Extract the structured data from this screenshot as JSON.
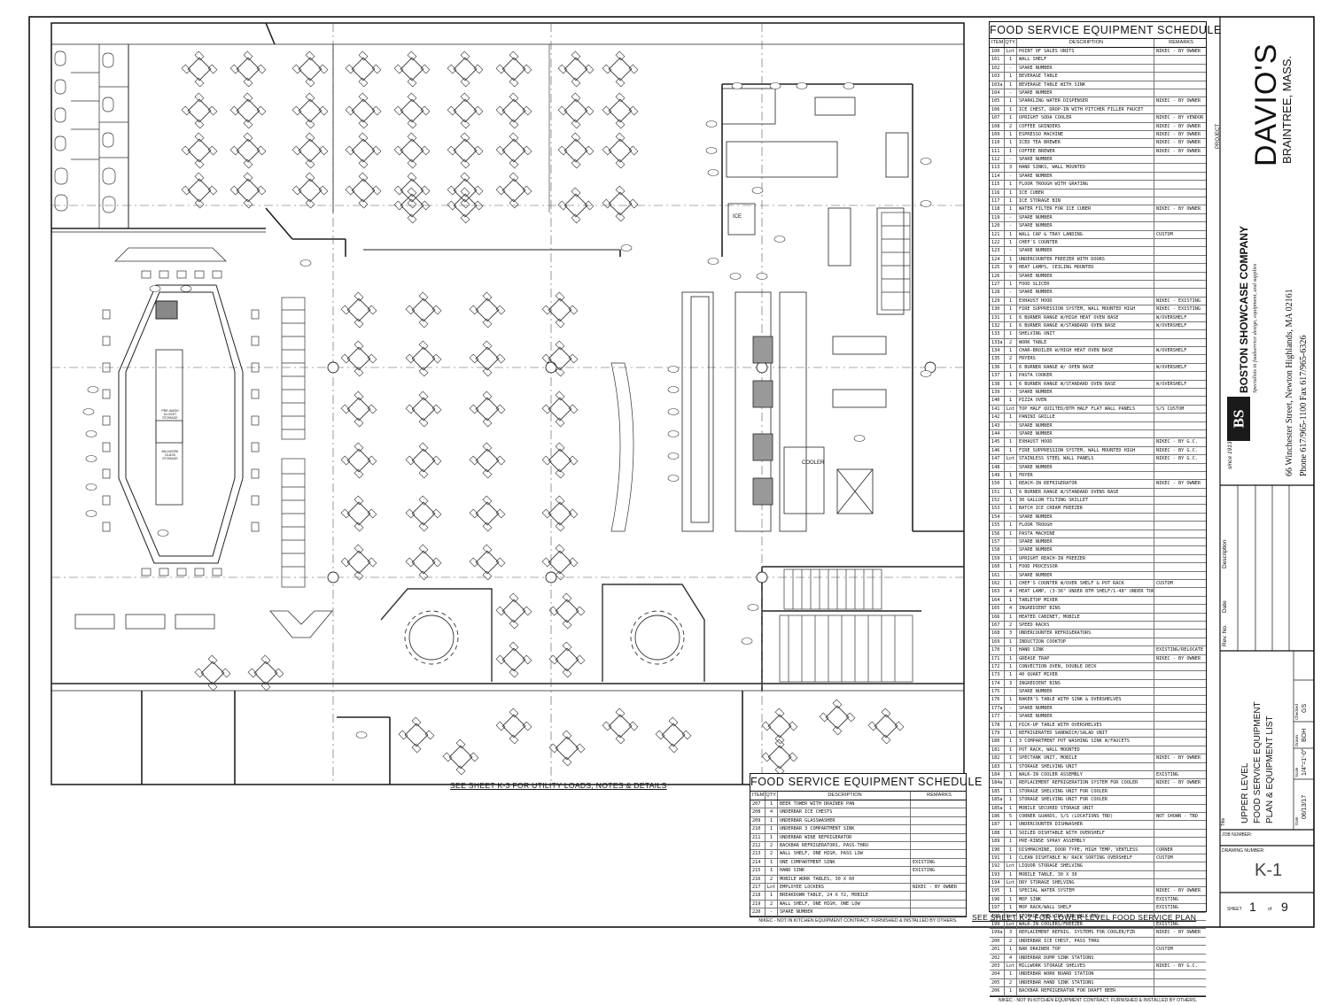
{
  "schedule_main": {
    "title": "FOOD SERVICE  EQUIPMENT SCHEDULE",
    "headers": {
      "item": "ITEM",
      "qty": "QTY.",
      "desc": "DESCRIPTION",
      "remarks": "REMARKS"
    },
    "rows": [
      [
        "100",
        "Lot",
        "POINT OF SALES UNITS",
        "NIKEC - BY OWNER"
      ],
      [
        "101",
        "1",
        "WALL SHELF",
        ""
      ],
      [
        "102",
        "-",
        "SPARE NUMBER",
        ""
      ],
      [
        "103",
        "1",
        "BEVERAGE TABLE",
        ""
      ],
      [
        "103a",
        "1",
        "BEVERAGE TABLE WITH SINK",
        ""
      ],
      [
        "104",
        "-",
        "SPARE NUMBER",
        ""
      ],
      [
        "105",
        "1",
        "SPARKLING WATER DISPENSER",
        "NIKEC - BY OWNER"
      ],
      [
        "106",
        "1",
        "ICE CHEST, DROP-IN WITH PITCHER FILLER FAUCET",
        ""
      ],
      [
        "107",
        "1",
        "UPRIGHT SODA COOLER",
        "NIKEC - BY VENDOR"
      ],
      [
        "108",
        "2",
        "COFFEE GRINDERS",
        "NIKEC - BY OWNER"
      ],
      [
        "109",
        "1",
        "ESPRESSO MACHINE",
        "NIKEC - BY OWNER"
      ],
      [
        "110",
        "1",
        "ICED TEA BREWER",
        "NIKEC - BY OWNER"
      ],
      [
        "111",
        "1",
        "COFFEE BREWER",
        "NIKEC - BY OWNER"
      ],
      [
        "112",
        "-",
        "SPARE NUMBER",
        ""
      ],
      [
        "113",
        "3",
        "HAND SINKS, WALL MOUNTED",
        ""
      ],
      [
        "114",
        "-",
        "SPARE NUMBER",
        ""
      ],
      [
        "115",
        "1",
        "FLOOR TROUGH WITH GRATING",
        ""
      ],
      [
        "116",
        "1",
        "ICE CUBER",
        ""
      ],
      [
        "117",
        "1",
        "ICE STORAGE BIN",
        ""
      ],
      [
        "118",
        "1",
        "WATER FILTER FOR ICE CUBER",
        "NIKEC - BY OWNER"
      ],
      [
        "119",
        "-",
        "SPARE NUMBER",
        ""
      ],
      [
        "120",
        "-",
        "SPARE NUMBER",
        ""
      ],
      [
        "121",
        "1",
        "WALL CAP & TRAY LANDING",
        "CUSTOM"
      ],
      [
        "122",
        "1",
        "CHEF'S COUNTER",
        ""
      ],
      [
        "123",
        "-",
        "SPARE NUMBER",
        ""
      ],
      [
        "124",
        "1",
        "UNDERCOUNTER FREEZER WITH DOORS",
        ""
      ],
      [
        "125",
        "9",
        "HEAT LAMPS, CEILING MOUNTED",
        ""
      ],
      [
        "126",
        "-",
        "SPARE NUMBER",
        ""
      ],
      [
        "127",
        "1",
        "FOOD SLICER",
        ""
      ],
      [
        "128",
        "-",
        "SPARE NUMBER",
        ""
      ],
      [
        "129",
        "1",
        "EXHAUST HOOD",
        "NIKEC - EXISTING"
      ],
      [
        "130",
        "1",
        "FIRE SUPPRESSION SYSTEM, WALL MOUNTED HIGH",
        "NIKEC - EXISTING"
      ],
      [
        "131",
        "1",
        "6 BURNER RANGE W/HIGH HEAT OVEN BASE",
        "W/OVERSHELF"
      ],
      [
        "132",
        "1",
        "6 BURNER RANGE W/STANDARD OVEN BASE",
        "W/OVERSHELF"
      ],
      [
        "133",
        "1",
        "SHELVING UNIT",
        ""
      ],
      [
        "133a",
        "2",
        "WORK TABLE",
        ""
      ],
      [
        "134",
        "1",
        "CHAR-BROILER W/HIGH HEAT OVEN BASE",
        "W/OVERSHELF"
      ],
      [
        "135",
        "2",
        "FRYERS",
        ""
      ],
      [
        "136",
        "1",
        "6 BURNER RANGE W/ OPEN BASE",
        "W/OVERSHELF"
      ],
      [
        "137",
        "1",
        "PASTA COOKER",
        ""
      ],
      [
        "138",
        "1",
        "6 BURNER RANGE W/STANDARD OVEN BASE",
        "W/OVERSHELF"
      ],
      [
        "139",
        "-",
        "SPARE NUMBER",
        ""
      ],
      [
        "140",
        "1",
        "PIZZA OVEN",
        ""
      ],
      [
        "141",
        "Lot",
        "TOP HALF QUILTED/BTM HALF FLAT WALL PANELS",
        "S/S CUSTOM"
      ],
      [
        "142",
        "1",
        "PANINI GRILLE",
        ""
      ],
      [
        "143",
        "-",
        "SPARE NUMBER",
        ""
      ],
      [
        "144",
        "-",
        "SPARE NUMBER",
        ""
      ],
      [
        "145",
        "1",
        "EXHAUST HOOD",
        "NIKEC - BY G.C."
      ],
      [
        "146",
        "1",
        "FIRE SUPPRESSION SYSTEM, WALL MOUNTED HIGH",
        "NIKEC - BY G.C."
      ],
      [
        "147",
        "Lot",
        "STAINLESS STEEL WALL PANELS",
        "NIKEC - BY G.C."
      ],
      [
        "148",
        "-",
        "SPARE NUMBER",
        ""
      ],
      [
        "149",
        "1",
        "FRYER",
        ""
      ],
      [
        "150",
        "1",
        "REACH-IN REFRIGERATOR",
        "NIKEC - BY OWNER"
      ],
      [
        "151",
        "1",
        "6 BURNER RANGE W/STANDARD OVENS BASE",
        ""
      ],
      [
        "152",
        "1",
        "30 GALLON TILTING SKILLET",
        ""
      ],
      [
        "153",
        "1",
        "BATCH ICE CREAM FREEZER",
        ""
      ],
      [
        "154",
        "-",
        "SPARE NUMBER",
        ""
      ],
      [
        "155",
        "1",
        "FLOOR TROUGH",
        ""
      ],
      [
        "156",
        "1",
        "PASTA MACHINE",
        ""
      ],
      [
        "157",
        "-",
        "SPARE NUMBER",
        ""
      ],
      [
        "158",
        "-",
        "SPARE NUMBER",
        ""
      ],
      [
        "159",
        "1",
        "UPRIGHT REACH-IN FREEZER",
        ""
      ],
      [
        "160",
        "1",
        "FOOD PROCESSOR",
        ""
      ],
      [
        "161",
        "-",
        "SPARE NUMBER",
        ""
      ],
      [
        "162",
        "1",
        "CHEF'S COUNTER W/OVER SHELF & POT RACK",
        "CUSTOM"
      ],
      [
        "163",
        "4",
        "HEAT LAMP, (3-36\" UNDER BTM SHELF/1-48\" UNDER TOP)",
        ""
      ],
      [
        "164",
        "1",
        "TABLETOP MIXER",
        ""
      ],
      [
        "165",
        "4",
        "INGREDIENT BINS",
        ""
      ],
      [
        "166",
        "1",
        "HEATED CABINET, MOBILE",
        ""
      ],
      [
        "167",
        "2",
        "SPEED RACKS",
        ""
      ],
      [
        "168",
        "3",
        "UNDERCOUNTER REFRIGERATORS",
        ""
      ],
      [
        "169",
        "1",
        "INDUCTION COOKTOP",
        ""
      ],
      [
        "170",
        "1",
        "HAND SINK",
        "EXISTING/RELOCATE"
      ],
      [
        "171",
        "1",
        "GREASE TRAP",
        "NIKEC - BY OWNER"
      ],
      [
        "172",
        "1",
        "CONVECTION OVEN, DOUBLE DECK",
        ""
      ],
      [
        "173",
        "1",
        "40 QUART MIXER",
        ""
      ],
      [
        "174",
        "3",
        "INGREDIENT BINS",
        ""
      ],
      [
        "175",
        "-",
        "SPARE NUMBER",
        ""
      ],
      [
        "176",
        "1",
        "BAKER'S TABLE WITH SINK & OVERSHELVES",
        ""
      ],
      [
        "177a",
        "-",
        "SPARE NUMBER",
        ""
      ],
      [
        "177",
        "-",
        "SPARE NUMBER",
        ""
      ],
      [
        "178",
        "1",
        "PICK-UP TABLE WITH OVERSHELVES",
        ""
      ],
      [
        "179",
        "1",
        "REFRIGERATED SANDWICH/SALAD UNIT",
        ""
      ],
      [
        "180",
        "1",
        "3 COMPARTMENT POT WASHING SINK W/FAUCETS",
        ""
      ],
      [
        "181",
        "1",
        "POT RACK, WALL MOUNTED",
        ""
      ],
      [
        "182",
        "1",
        "SPECTANK UNIT, MOBILE",
        "NIKEC - BY OWNER"
      ],
      [
        "183",
        "1",
        "STORAGE SHELVING UNIT",
        ""
      ],
      [
        "184",
        "1",
        "WALK-IN COOLER ASSEMBLY",
        "EXISTING"
      ],
      [
        "184a",
        "1",
        "REPLACEMENT REFRIGERATION SYSTEM FOR COOLER",
        "NIKEC - BY OWNER"
      ],
      [
        "185",
        "1",
        "STORAGE SHELVING UNIT FOR COOLER",
        ""
      ],
      [
        "185a",
        "1",
        "STORAGE SHELVING UNIT FOR COOLER",
        ""
      ],
      [
        "185a",
        "1",
        "MOBILE SECURED STORAGE UNIT",
        ""
      ],
      [
        "186",
        "5",
        "CORNER GUARDS, S/S (LOCATIONS TBD)",
        "NOT SHOWN - TBD"
      ],
      [
        "187",
        "1",
        "UNDERCOUNTER DISHWASHER",
        ""
      ],
      [
        "188",
        "1",
        "SOILED DISHTABLE WITH OVERSHELF",
        ""
      ],
      [
        "189",
        "1",
        "PRE-RINSE SPRAY ASSEMBLY",
        ""
      ],
      [
        "190",
        "1",
        "DISHMACHINE, DOOR TYPE, HIGH TEMP, VENTLESS",
        "CORNER"
      ],
      [
        "191",
        "1",
        "CLEAN DISHTABLE W/ RACK SORTING OVERSHELF",
        "CUSTOM"
      ],
      [
        "192",
        "Lot",
        "LIQUOR STORAGE SHELVING",
        ""
      ],
      [
        "193",
        "1",
        "MOBILE TABLE, 30 X 30",
        ""
      ],
      [
        "194",
        "Lot",
        "DRY STORAGE SHELVING",
        ""
      ],
      [
        "195",
        "1",
        "SPECIAL WATER SYSTEM",
        "NIKEC - BY OWNER"
      ],
      [
        "196",
        "1",
        "MOP SINK",
        "EXISTING"
      ],
      [
        "197",
        "1",
        "MOP RACK/WALL SHELF",
        "EXISTING"
      ],
      [
        "198",
        "Lot",
        "STORAGE SHELVING FOR WALK-INS",
        ""
      ],
      [
        "199",
        "Lot",
        "WALK-IN COOLERS/FREEZER",
        "EXISTING"
      ],
      [
        "199a",
        "3",
        "REPLACEMENT REFRIG. SYSTEMS FOR COOLER/FZR",
        "NIKEC - BY OWNER"
      ],
      [
        "200",
        "2",
        "UNDERBAR ICE CHEST, PASS THRU",
        ""
      ],
      [
        "201",
        "1",
        "BAR DRAINER TOP",
        "CUSTOM"
      ],
      [
        "202",
        "4",
        "UNDERBAR DUMP SINK STATIONS",
        ""
      ],
      [
        "203",
        "Lot",
        "MILLWORK STORAGE SHELVES",
        "NIKEC - BY G.C."
      ],
      [
        "204",
        "1",
        "UNDERBAR WORK BOARD STATION",
        ""
      ],
      [
        "205",
        "2",
        "UNDERBAR HAND SINK STATIONS",
        ""
      ],
      [
        "206",
        "1",
        "BACKBAR REFRIGERATOR FOR DRAFT BEER",
        ""
      ]
    ],
    "footnote": "NIKEC - NOT IN KITCHEN EQUIPMENT CONTRACT. FURNISHED & INSTALLED BY OTHERS."
  },
  "schedule_small": {
    "title": "FOOD SERVICE  EQUIPMENT SCHEDULE",
    "headers": {
      "item": "ITEM",
      "qty": "QTY.",
      "desc": "DESCRIPTION",
      "remarks": "REMARKS"
    },
    "rows": [
      [
        "207",
        "1",
        "BEER TOWER WITH DRAINER PAN",
        ""
      ],
      [
        "208",
        "4",
        "UNDERBAR ICE CHESTS",
        ""
      ],
      [
        "209",
        "1",
        "UNDERBAR GLASSWASHER",
        ""
      ],
      [
        "210",
        "1",
        "UNDERBAR 3 COMPARTMENT SINK",
        ""
      ],
      [
        "211",
        "1",
        "UNDERBAR WINE REFRIGERATOR",
        ""
      ],
      [
        "212",
        "2",
        "BACKBAR REFRIGERATORS, PASS-THRU",
        ""
      ],
      [
        "213",
        "2",
        "WALL SHELF, ONE HIGH, PASS LOW",
        ""
      ],
      [
        "214",
        "1",
        "ONE COMPARTMENT SINK",
        "EXISTING"
      ],
      [
        "215",
        "1",
        "HAND SINK",
        "EXISTING"
      ],
      [
        "216",
        "2",
        "MOBILE WORK TABLES, 30 X 60",
        ""
      ],
      [
        "217",
        "Lot",
        "EMPLOYEE LOCKERS",
        "NIKEC - BY OWNER"
      ],
      [
        "218",
        "1",
        "BREAKDOWN TABLE, 24 X 72, MOBILE",
        ""
      ],
      [
        "219",
        "2",
        "WALL SHELF, ONE HIGH, ONE LOW",
        ""
      ],
      [
        "220",
        "-",
        "SPARE NUMBER",
        ""
      ]
    ],
    "footnote": "NIKEC - NOT IN KITCHEN EQUIPMENT CONTRACT. FURNISHED & INSTALLED BY OTHERS."
  },
  "notes": {
    "utility": "SEE SHEET K-3 FOR UTILITY LOADS, NOTES & DETAILS",
    "lower_level": "SEE SHEET K-2 FOR LOWER LEVEL FOOD SERVICE PLAN"
  },
  "plan_labels": {
    "ice": "ICE",
    "cooler": "COOLER",
    "bar_label_1": "PRE-WASH CLOSET STORAGE",
    "bar_label_2": "MILLWORK GLASS STORAGE"
  },
  "title_block": {
    "project_label": "PROJECT",
    "project_name": "DAVIO'S",
    "project_location": "BRAINTREE, MASS.",
    "company_name": "BOSTON SHOWCASE COMPANY",
    "company_tagline": "Specialists in foodservice design, equipment, and supplies",
    "company_since": "since 1913",
    "company_logo": "BS",
    "address": "66 Winchester Street, Newton Highlands, MA  02161",
    "phone": "Phone 617/965-1100  Fax 617/965-6326",
    "rev_no_label": "Rev. No.",
    "date_label": "Date",
    "description_label": "Description",
    "title_label": "Title",
    "drawing_title_1": "UPPER LEVEL",
    "drawing_title_2": "FOOD SERVICE EQUIPMENT",
    "drawing_title_3": "PLAN & EQUIPMENT LIST",
    "date_field_label": "Date",
    "date_value": "06/13/17",
    "scale_label": "Scale",
    "scale_value": "1/4\"=1'-0\"",
    "drawn_label": "Drawn",
    "drawn_value": "BOH",
    "checked_label": "Checked",
    "checked_value": "GS",
    "job_number_label": "JOB NUMBER:",
    "drawing_number_label": "DRAWING NUMBER:",
    "drawing_number": "K-1",
    "sheet_label": "SHEET",
    "sheet_number": "1",
    "sheet_of_label": "of",
    "sheet_total": "9"
  }
}
